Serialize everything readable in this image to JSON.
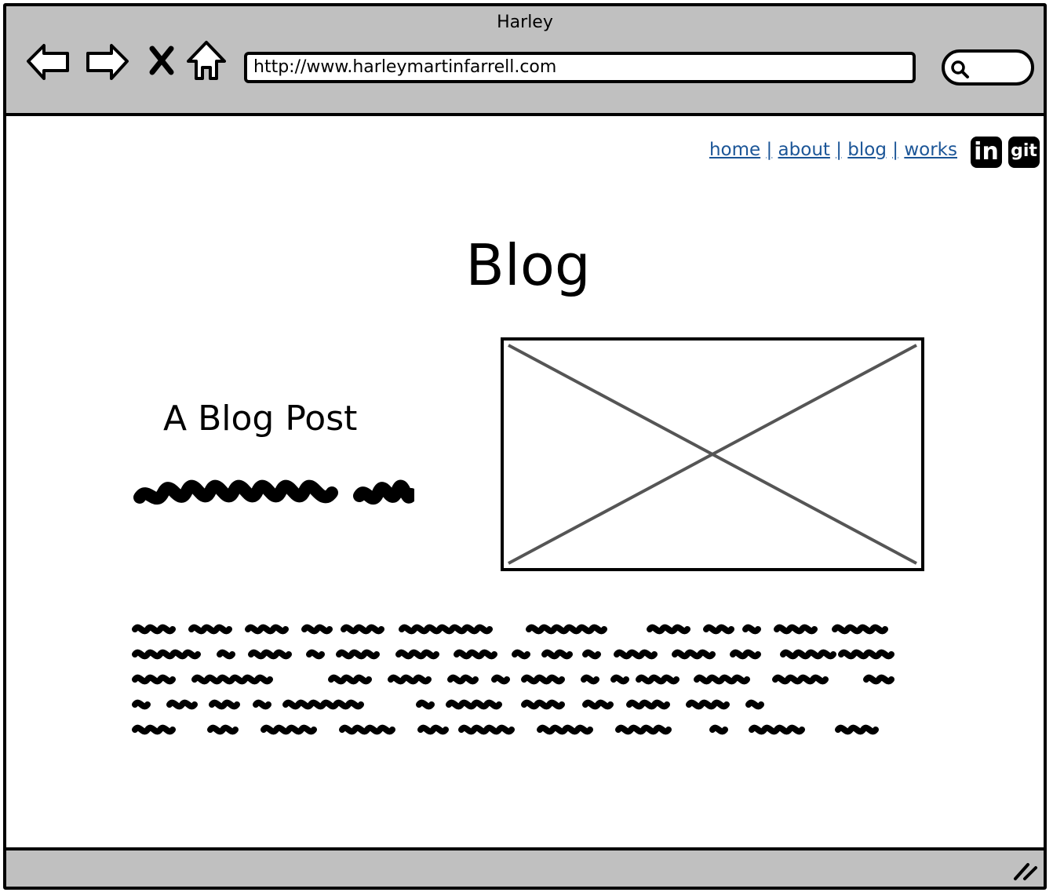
{
  "window": {
    "title": "Harley"
  },
  "toolbar": {
    "back_icon": "back-arrow-icon",
    "forward_icon": "forward-arrow-icon",
    "stop_icon": "close-x-icon",
    "home_icon": "home-icon",
    "url": "http://www.harleymartinfarrell.com",
    "search_icon": "search-icon"
  },
  "nav": {
    "home": "home",
    "about": "about",
    "blog": "blog",
    "works": "works",
    "separator": "|",
    "link_color": "#1b5597"
  },
  "social": {
    "linkedin_label": "in",
    "git_label": "git"
  },
  "main": {
    "page_title": "Blog",
    "post_title": "A Blog Post"
  },
  "colors": {
    "chrome": "#c0c0c0",
    "border": "#000000",
    "placeholder_cross": "#555555"
  }
}
